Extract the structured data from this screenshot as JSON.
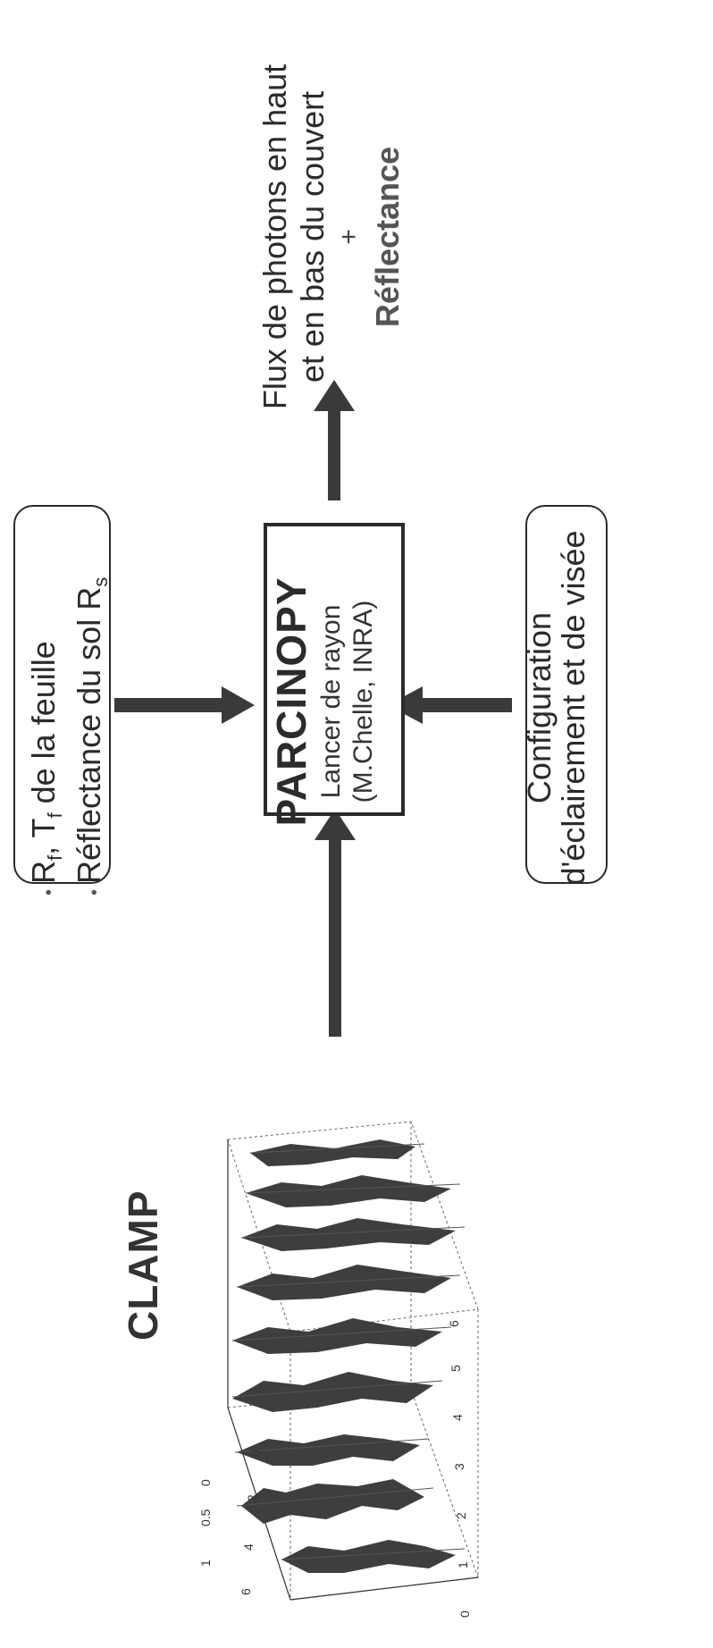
{
  "model_left": {
    "title": "CLAMP",
    "tree_plot": {
      "z_ticks": [
        "1",
        "0.5",
        "0"
      ],
      "x_ticks": [
        "0",
        "2",
        "4",
        "6"
      ],
      "y_ticks": [
        "0",
        "1",
        "2",
        "3",
        "4",
        "5",
        "6"
      ]
    }
  },
  "top_box": {
    "line1": "R",
    "line1_sub": "f",
    "line1_mid": ", T",
    "line1_sub2": "f",
    "line1_rest": "de la feuille",
    "line2": "Réflectance du sol R",
    "line2_sub": "s",
    "bullet": "•"
  },
  "center_box": {
    "title": "PARCINOPY",
    "line1": "Lancer de rayon",
    "line2": "(M.Chelle, INRA)"
  },
  "bottom_box": {
    "line1": "Configuration",
    "line2": "d'éclairement et de visée"
  },
  "output": {
    "line1": "Flux de photons en haut",
    "line2": "et en bas du couvert",
    "plus": "+",
    "line3": "Réflectance"
  },
  "colors": {
    "arrow": "#3a3a3a",
    "border": "#2a2a2a"
  }
}
